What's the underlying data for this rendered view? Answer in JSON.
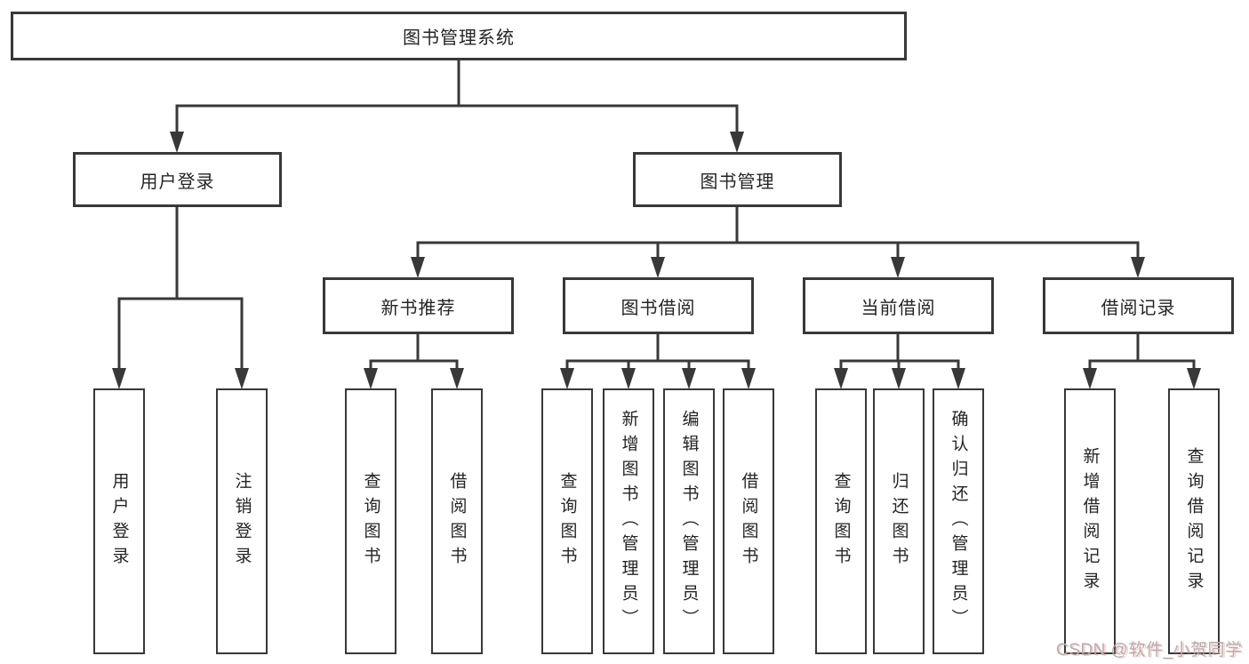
{
  "diagram_type": "hierarchy-tree",
  "colors": {
    "line": "#383838",
    "box_border": "#383838",
    "text": "#242424",
    "background": "#ffffff",
    "watermark_text_color": "#b7aeae"
  },
  "tree": {
    "root": {
      "label": "图书管理系统",
      "children": [
        {
          "label": "用户登录",
          "children": [
            {
              "label": "用户登录"
            },
            {
              "label": "注销登录"
            }
          ]
        },
        {
          "label": "图书管理",
          "children": [
            {
              "label": "新书推荐",
              "children": [
                {
                  "label": "查询图书"
                },
                {
                  "label": "借阅图书"
                }
              ]
            },
            {
              "label": "图书借阅",
              "children": [
                {
                  "label": "查询图书"
                },
                {
                  "label": "新增图书（管理员）"
                },
                {
                  "label": "编辑图书（管理员）"
                },
                {
                  "label": "借阅图书"
                }
              ]
            },
            {
              "label": "当前借阅",
              "children": [
                {
                  "label": "查询图书"
                },
                {
                  "label": "归还图书"
                },
                {
                  "label": "确认归还（管理员）"
                }
              ]
            },
            {
              "label": "借阅记录",
              "children": [
                {
                  "label": "新增借阅记录"
                },
                {
                  "label": "查询借阅记录"
                }
              ]
            }
          ]
        }
      ]
    }
  },
  "watermark": {
    "text": "CSDN @软件_小贺同学"
  }
}
